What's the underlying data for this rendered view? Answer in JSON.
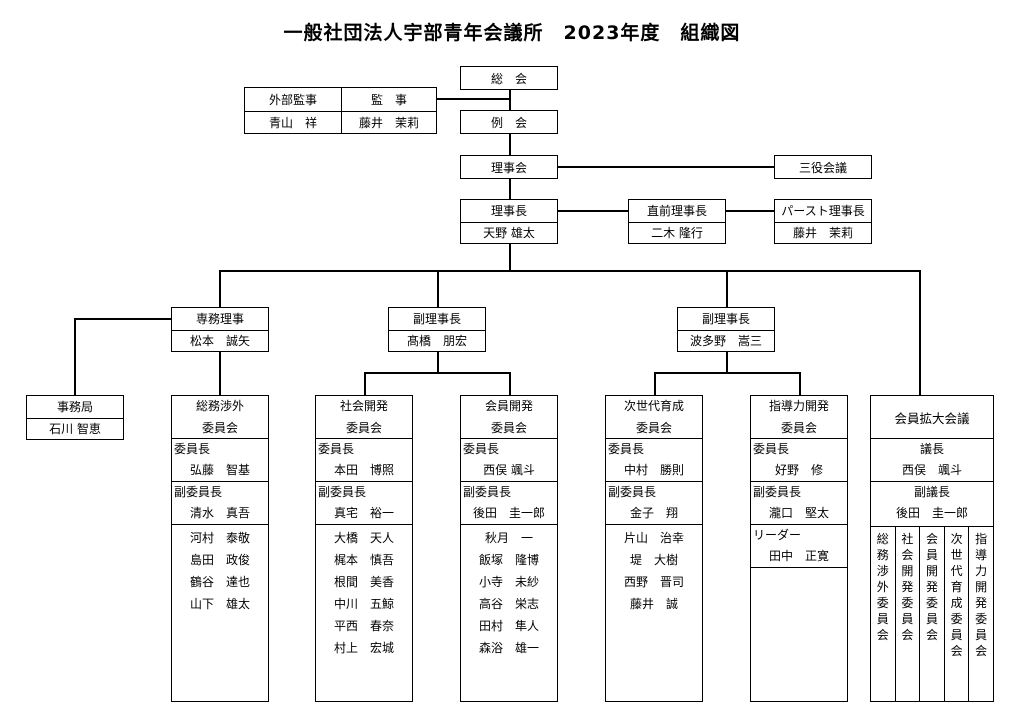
{
  "title": "一般社団法人宇部青年会議所　2023年度　組織図",
  "soukai": "総　会",
  "reikai": "例　会",
  "gaibu_kanji": {
    "title": "外部監事",
    "name": "青山　祥"
  },
  "kanji": {
    "title": "監　事",
    "name": "藤井　茉莉"
  },
  "rijikai": "理事会",
  "sanyaku": "三役会議",
  "rijicho": {
    "title": "理事長",
    "name": "天野 雄太"
  },
  "chokuzen": {
    "title": "直前理事長",
    "name": "二木 隆行"
  },
  "past": {
    "title": "パースト理事長",
    "name": "藤井　茉莉"
  },
  "senmu": {
    "title": "専務理事",
    "name": "松本　誠矢"
  },
  "fuku1": {
    "title": "副理事長",
    "name": "髙橋　朋宏"
  },
  "fuku2": {
    "title": "副理事長",
    "name": "波多野　嵩三"
  },
  "jimukyoku": {
    "title": "事務局",
    "name": "石川 智恵"
  },
  "committees": [
    {
      "l1": "総務渉外",
      "l2": "委員会",
      "chair_label": "委員長",
      "chair": "弘藤　智基",
      "vice_label": "副委員長",
      "vice": "清水　真吾",
      "members": [
        "河村　泰敬",
        "島田　政俊",
        "鶴谷　達也",
        "山下　雄太"
      ]
    },
    {
      "l1": "社会開発",
      "l2": "委員会",
      "chair_label": "委員長",
      "chair": "本田　博照",
      "vice_label": "副委員長",
      "vice": "真宅　裕一",
      "members": [
        "大橋　天人",
        "梶本　慎吾",
        "根間　美香",
        "中川　五鯨",
        "平西　春奈",
        "村上　宏城"
      ]
    },
    {
      "l1": "会員開発",
      "l2": "委員会",
      "chair_label": "委員長",
      "chair": "西俣 颯斗",
      "vice_label": "副委員長",
      "vice": "後田　圭一郎",
      "members": [
        "秋月　一",
        "飯塚　隆博",
        "小寺　未紗",
        "高谷　栄志",
        "田村　隼人",
        "森浴　雄一"
      ]
    },
    {
      "l1": "次世代育成",
      "l2": "委員会",
      "chair_label": "委員長",
      "chair": "中村　勝則",
      "vice_label": "副委員長",
      "vice": "金子　翔",
      "members": [
        "片山　治幸",
        "堤　大樹",
        "西野　晋司",
        "藤井　誠"
      ]
    },
    {
      "l1": "指導力開発",
      "l2": "委員会",
      "chair_label": "委員長",
      "chair": "好野　修",
      "vice_label": "副委員長",
      "vice": "瀧口　堅太",
      "leader_label": "リーダー",
      "leader": "田中　正寛",
      "members": []
    }
  ],
  "kakudai": {
    "title": "会員拡大会議",
    "chair_label": "議長",
    "chair": "西俣　颯斗",
    "vice_label": "副議長",
    "vice": "後田　圭一郎",
    "columns": [
      "総務渉外委員会",
      "社会開発委員会",
      "会員開発委員会",
      "次世代育成委員会",
      "指導力開発委員会"
    ]
  }
}
